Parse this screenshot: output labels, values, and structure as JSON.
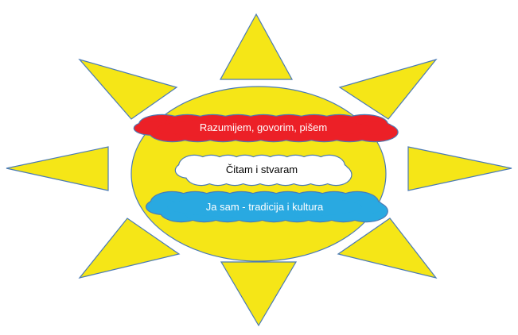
{
  "colors": {
    "sun": "#f5e617",
    "outline": "#4a7ab5",
    "red": "#ec2027",
    "white": "#ffffff",
    "blue": "#29a9e1"
  },
  "clouds": [
    {
      "label": "Razumijem, govorim, pišem"
    },
    {
      "label": "Čitam i stvaram"
    },
    {
      "label": "Ja sam - tradicija i kultura"
    }
  ]
}
